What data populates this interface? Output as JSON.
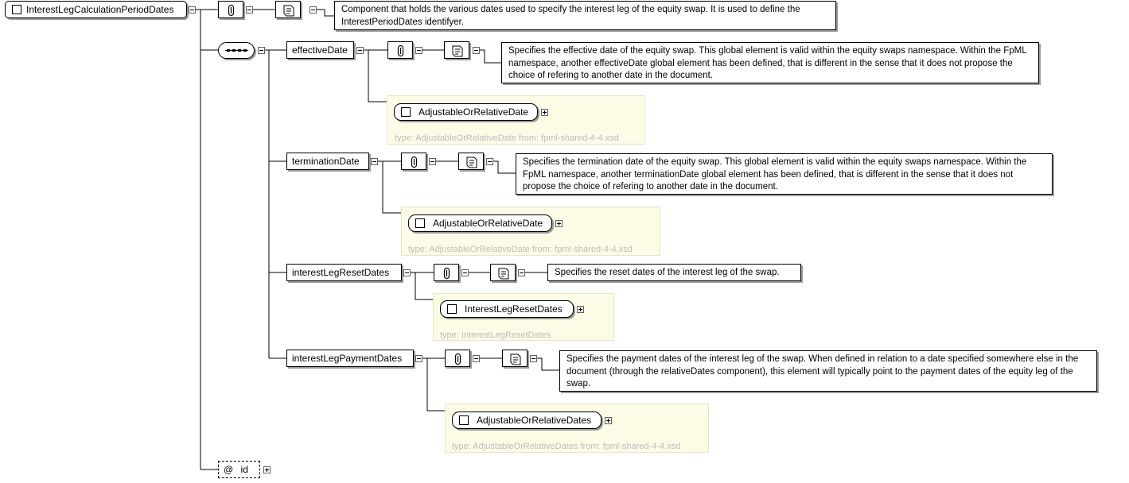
{
  "root": {
    "label": "InterestLegCalculationPeriodDates",
    "doc": "Component that holds the various dates used to specify the interest leg of the equity swap. It is used to define the InterestPeriodDates identifyer."
  },
  "sequence_icon": "sequence-compositor-icon",
  "occurrence_icon": "occurrence-icon",
  "annotation_icon": "annotation-icon",
  "elements": [
    {
      "label": "effectiveDate",
      "doc": "Specifies the effective date of the equity swap. This global element is valid within the equity swaps namespace. Within the FpML namespace, another effectiveDate global element has been defined, that is different in the sense that it does not propose the choice of refering to another date in the document.",
      "type_label": "AdjustableOrRelativeDate",
      "type_info": "type: AdjustableOrRelativeDate from: fpml-shared-4-4.xsd"
    },
    {
      "label": "terminationDate",
      "doc": "Specifies the termination date of the equity swap. This global element is valid within the equity swaps namespace. Within the FpML namespace, another terminationDate global element has been defined, that is different in the sense that it does not propose the choice of refering to another date in the document.",
      "type_label": "AdjustableOrRelativeDate",
      "type_info": "type: AdjustableOrRelativeDate from: fpml-shared-4-4.xsd"
    },
    {
      "label": "interestLegResetDates",
      "doc": "Specifies the reset dates of the interest leg of the swap.",
      "type_label": "InterestLegResetDates",
      "type_info": "type: InterestLegResetDates"
    },
    {
      "label": "interestLegPaymentDates",
      "doc": "Specifies the payment dates of the interest leg of the swap. When defined in relation to a date specified somewhere else in the document (through the relativeDates component), this element will typically point to the payment dates of the equity leg of the swap.",
      "type_label": "AdjustableOrRelativeDates",
      "type_info": "type: AdjustableOrRelativeDates from: fpml-shared-4-4.xsd"
    }
  ],
  "attribute": {
    "prefix": "@",
    "label": "id"
  }
}
